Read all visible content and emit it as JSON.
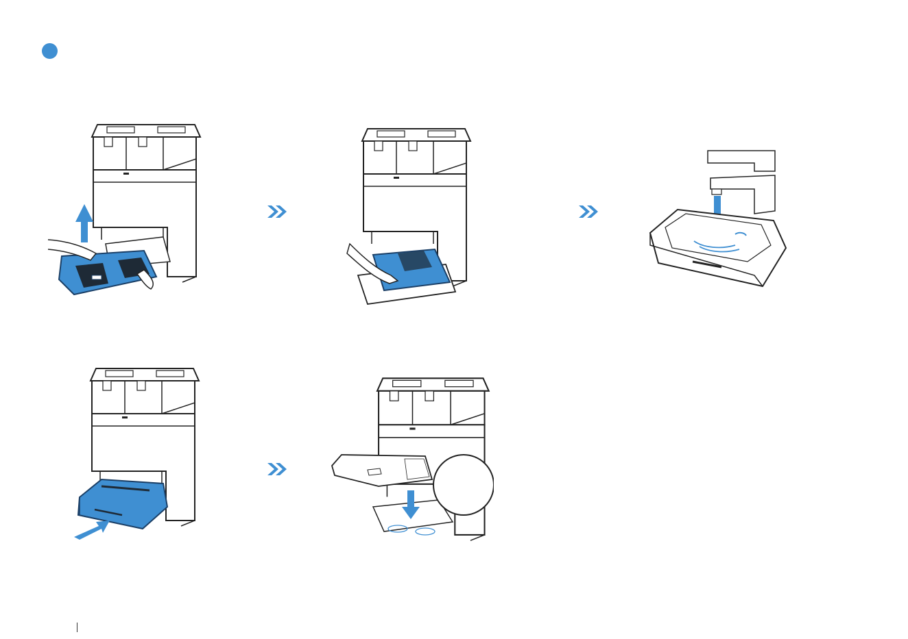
{
  "manual": {
    "accent_color": "#3f8fd2",
    "step_marker": {
      "label": ""
    },
    "steps": [
      {
        "id": "remove-tray",
        "icon": "remove-tray-icon"
      },
      {
        "id": "pull-base",
        "icon": "pull-base-icon"
      },
      {
        "id": "rinse-base",
        "icon": "rinse-under-tap-icon"
      },
      {
        "id": "insert-base",
        "icon": "insert-base-icon"
      },
      {
        "id": "install-tray",
        "icon": "install-tray-icon"
      }
    ],
    "footer": {
      "page_number": ""
    }
  }
}
